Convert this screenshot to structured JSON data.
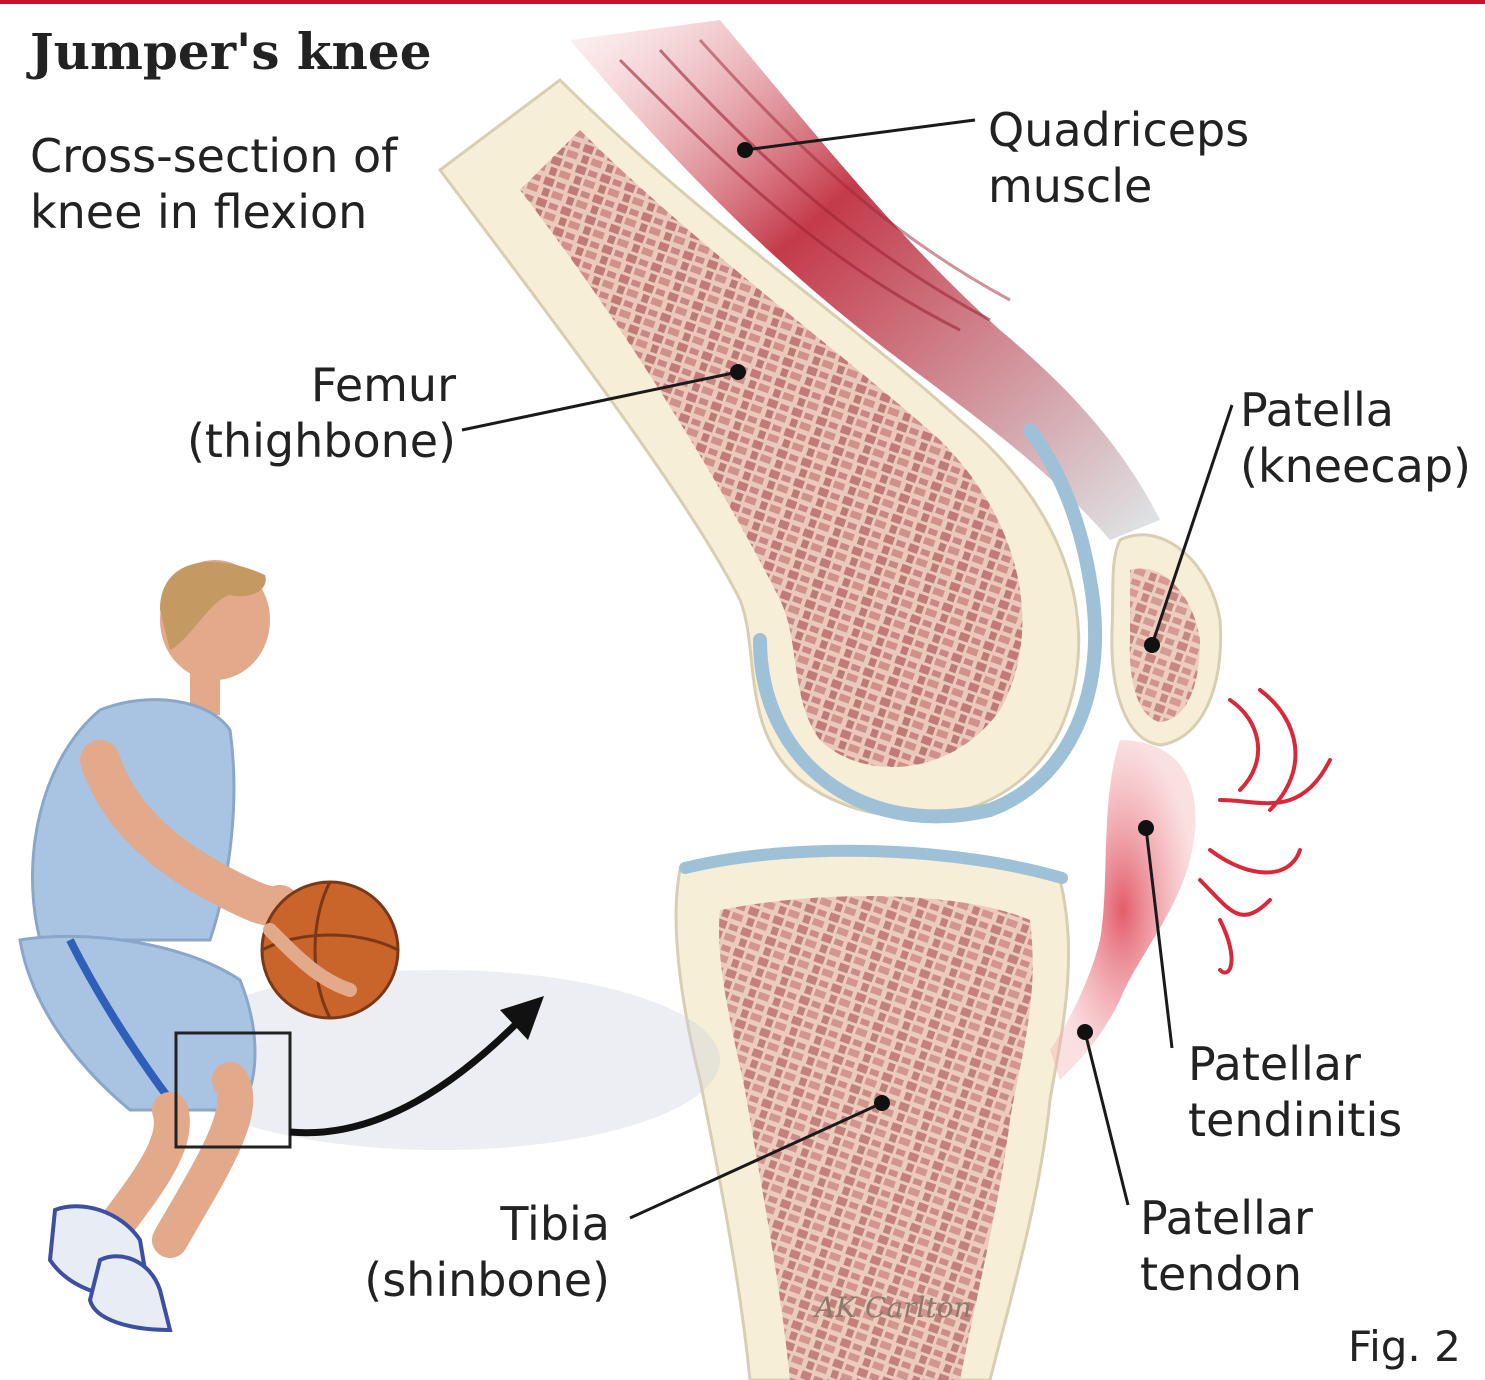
{
  "title": "Jumper's knee",
  "subtitle_line1": "Cross-section of",
  "subtitle_line2": "knee in flexion",
  "labels": {
    "quadriceps": [
      "Quadriceps",
      "muscle"
    ],
    "femur": [
      "Femur",
      "(thighbone)"
    ],
    "patella": [
      "Patella",
      "(kneecap)"
    ],
    "patellar_tendinitis": [
      "Patellar",
      "tendinitis"
    ],
    "tibia": [
      "Tibia",
      "(shinbone)"
    ],
    "patellar_tendon": [
      "Patellar",
      "tendon"
    ]
  },
  "figure_label": "Fig. 2",
  "signature": "AK Carlton",
  "colors": {
    "frame_accent": "#c8102e",
    "bone": "#f6eed6",
    "marrow": "#a8474a",
    "cartilage": "#9fc1d8",
    "muscle": "#c43a4a",
    "inflammation": "#d8283a",
    "jersey": "#a9c4e3",
    "jersey_stripe": "#2f5fb8",
    "ball": "#c9652a",
    "skin": "#e2a98a",
    "hair": "#c49a62",
    "leader": "#1a1a1a"
  },
  "icons": [
    "curved-arrow-icon",
    "zoom-box-icon"
  ]
}
